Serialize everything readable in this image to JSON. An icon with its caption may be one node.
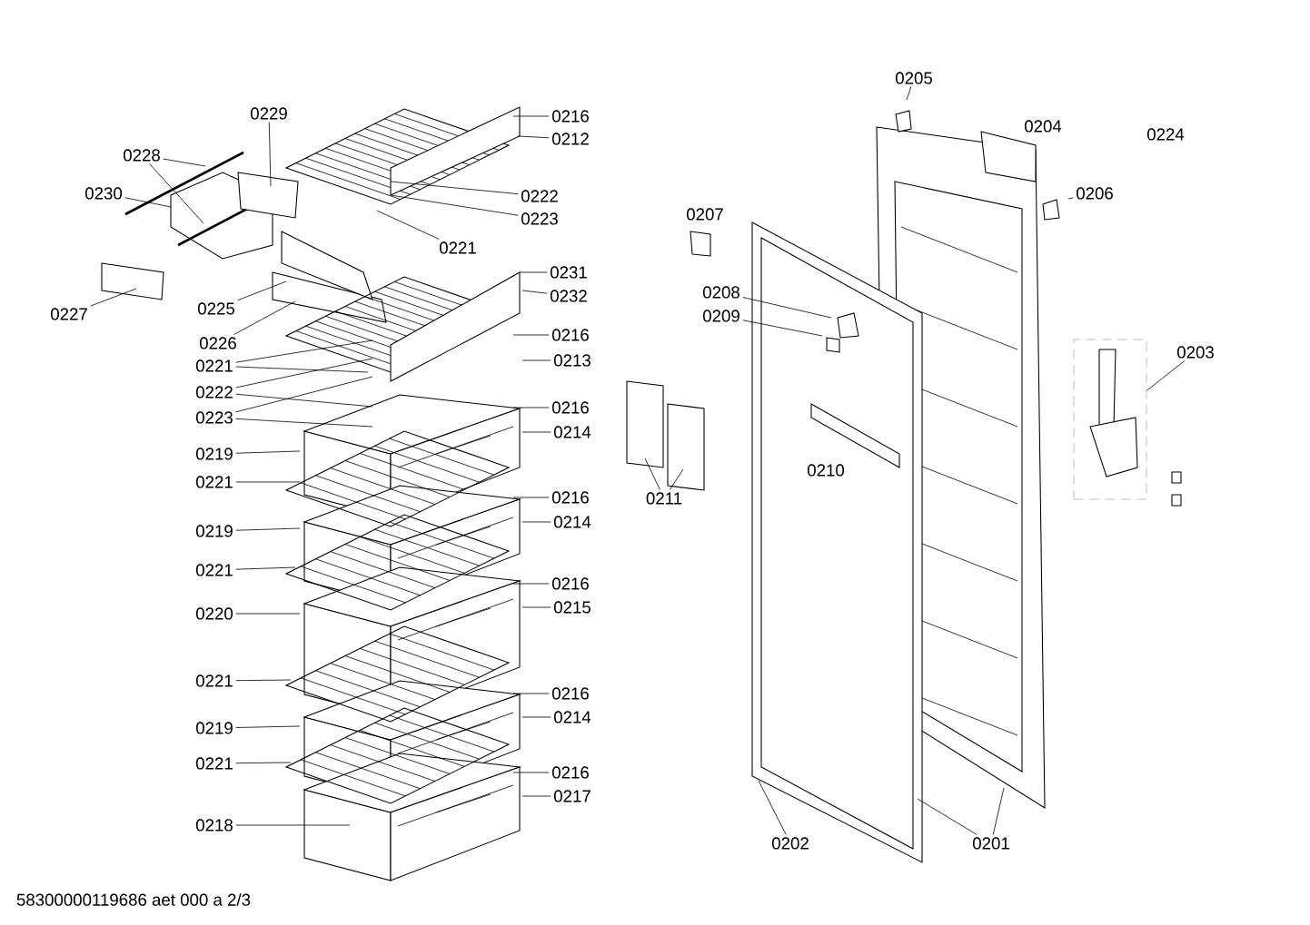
{
  "diagram": {
    "nodes": [
      {
        "text": [
          "0229"
        ]
      },
      {
        "text": [
          "0216"
        ]
      },
      {
        "text": [
          "0212"
        ]
      },
      {
        "text": [
          "0228"
        ]
      },
      {
        "text": [
          "0230"
        ]
      },
      {
        "text": [
          "0222"
        ]
      },
      {
        "text": [
          "0223"
        ]
      },
      {
        "text": [
          "0221"
        ]
      },
      {
        "text": [
          "0231"
        ]
      },
      {
        "text": [
          "0232"
        ]
      },
      {
        "text": [
          "0227"
        ]
      },
      {
        "text": [
          "0225"
        ]
      },
      {
        "text": [
          "0226"
        ]
      },
      {
        "text": [
          "0216"
        ]
      },
      {
        "text": [
          "0213"
        ]
      },
      {
        "text": [
          "0221"
        ]
      },
      {
        "text": [
          "0222"
        ]
      },
      {
        "text": [
          "0223"
        ]
      },
      {
        "text": [
          "0216"
        ]
      },
      {
        "text": [
          "0214"
        ]
      },
      {
        "text": [
          "0219"
        ]
      },
      {
        "text": [
          "0221"
        ]
      },
      {
        "text": [
          "0216"
        ]
      },
      {
        "text": [
          "0214"
        ]
      },
      {
        "text": [
          "0219"
        ]
      },
      {
        "text": [
          "0221"
        ]
      },
      {
        "text": [
          "0216"
        ]
      },
      {
        "text": [
          "0215"
        ]
      },
      {
        "text": [
          "0220"
        ]
      },
      {
        "text": [
          "0221"
        ]
      },
      {
        "text": [
          "0216"
        ]
      },
      {
        "text": [
          "0214"
        ]
      },
      {
        "text": [
          "0219"
        ]
      },
      {
        "text": [
          "0221"
        ]
      },
      {
        "text": [
          "0216"
        ]
      },
      {
        "text": [
          "0217"
        ]
      },
      {
        "text": [
          "0218"
        ]
      },
      {
        "text": [
          "0205"
        ]
      },
      {
        "text": [
          "0206"
        ]
      },
      {
        "text": [
          "0208"
        ]
      },
      {
        "text": [
          "0209"
        ]
      },
      {
        "text": [
          "0203"
        ]
      },
      {
        "text": [],
        "shape": "box"
      },
      {
        "text": [
          "0211"
        ]
      },
      {
        "text": [
          "0202"
        ]
      },
      {
        "text": [
          "0201"
        ]
      }
    ],
    "edges": [
      {
        "from": 0,
        "to": null,
        "arrow": "none"
      },
      {
        "from": 1,
        "to": null,
        "arrow": "none"
      },
      {
        "from": 2,
        "to": null,
        "arrow": "none"
      },
      {
        "from": 3,
        "to": null,
        "arrow": "none"
      },
      {
        "from": 3,
        "to": null,
        "arrow": "none"
      },
      {
        "from": 4,
        "to": null,
        "arrow": "none"
      },
      {
        "from": 5,
        "to": null,
        "arrow": "none"
      },
      {
        "from": 6,
        "to": null,
        "arrow": "none"
      },
      {
        "from": 7,
        "to": null,
        "arrow": "none"
      },
      {
        "from": 8,
        "to": null,
        "arrow": "none"
      },
      {
        "from": 9,
        "to": null,
        "arrow": "none"
      },
      {
        "from": 10,
        "to": null,
        "arrow": "none"
      },
      {
        "from": 11,
        "to": null,
        "arrow": "none"
      },
      {
        "from": 12,
        "to": null,
        "arrow": "none"
      },
      {
        "from": 13,
        "to": null,
        "arrow": "none"
      },
      {
        "from": 14,
        "to": null,
        "arrow": "none"
      },
      {
        "from": 15,
        "to": null,
        "arrow": "none"
      },
      {
        "from": 15,
        "to": null,
        "arrow": "none"
      },
      {
        "from": 16,
        "to": null,
        "arrow": "none"
      },
      {
        "from": 16,
        "to": null,
        "arrow": "none"
      },
      {
        "from": 17,
        "to": null,
        "arrow": "none"
      },
      {
        "from": 17,
        "to": null,
        "arrow": "none"
      },
      {
        "from": 18,
        "to": null,
        "arrow": "none"
      },
      {
        "from": 19,
        "to": null,
        "arrow": "none"
      },
      {
        "from": 20,
        "to": null,
        "arrow": "none"
      },
      {
        "from": 21,
        "to": null,
        "arrow": "none"
      },
      {
        "from": 22,
        "to": null,
        "arrow": "none"
      },
      {
        "from": 23,
        "to": null,
        "arrow": "none"
      },
      {
        "from": 24,
        "to": null,
        "arrow": "none"
      },
      {
        "from": 25,
        "to": null,
        "arrow": "none"
      },
      {
        "from": 26,
        "to": null,
        "arrow": "none"
      },
      {
        "from": 27,
        "to": null,
        "arrow": "none"
      },
      {
        "from": 28,
        "to": null,
        "arrow": "none"
      },
      {
        "from": 29,
        "to": null,
        "arrow": "none"
      },
      {
        "from": 30,
        "to": null,
        "arrow": "none"
      },
      {
        "from": 31,
        "to": null,
        "arrow": "none"
      },
      {
        "from": 32,
        "to": null,
        "arrow": "none"
      },
      {
        "from": 33,
        "to": null,
        "arrow": "none"
      },
      {
        "from": 34,
        "to": null,
        "arrow": "none"
      },
      {
        "from": 35,
        "to": null,
        "arrow": "none"
      },
      {
        "from": 36,
        "to": null,
        "arrow": "none"
      },
      {
        "from": 37,
        "to": null,
        "arrow": "none"
      },
      {
        "from": 38,
        "to": null,
        "arrow": "none"
      },
      {
        "from": 39,
        "to": null,
        "arrow": "none"
      },
      {
        "from": 40,
        "to": null,
        "arrow": "none"
      },
      {
        "from": 41,
        "to": 42,
        "arrow": "none"
      },
      {
        "from": 43,
        "to": null,
        "arrow": "none"
      },
      {
        "from": 43,
        "to": null,
        "arrow": "none"
      },
      {
        "from": 44,
        "to": null,
        "arrow": "none"
      },
      {
        "from": 45,
        "to": null,
        "arrow": "none"
      },
      {
        "from": 45,
        "to": null,
        "arrow": "none"
      }
    ],
    "labels": [
      "0204",
      "0224",
      "0207",
      "0210",
      "58300000119686 aet 000 a 2/3"
    ]
  }
}
